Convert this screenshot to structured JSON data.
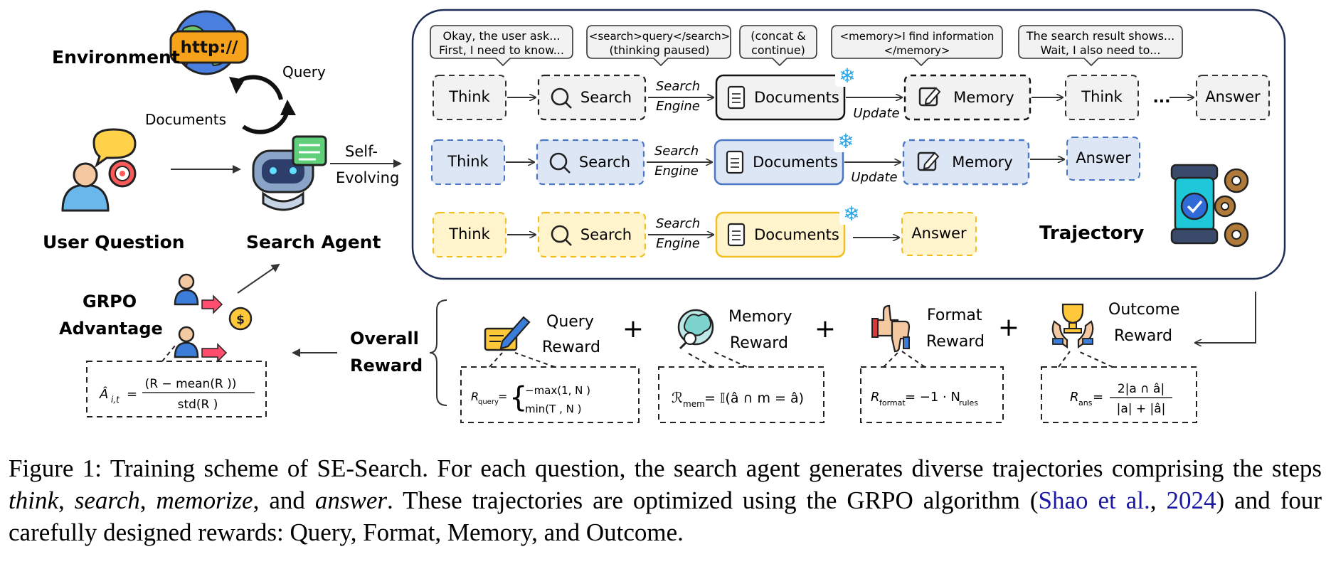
{
  "left": {
    "environment": "Environment",
    "http": "http://",
    "query": "Query",
    "documents": "Documents",
    "user_question": "User Question",
    "search_agent": "Search Agent",
    "self_evolving": [
      "Self-",
      "Evolving"
    ],
    "grpo": [
      "GRPO",
      "Advantage"
    ]
  },
  "bubbles": [
    [
      "Okay, the user ask...",
      "First, I need to know..."
    ],
    [
      "<search>query</search>",
      "(thinking paused)"
    ],
    [
      "(concat &",
      "continue)"
    ],
    [
      "<memory>I find information",
      "</memory>"
    ],
    [
      "The search result shows...",
      "Wait, I also need to..."
    ]
  ],
  "rows": {
    "think": "Think",
    "search": "Search",
    "search_engine": [
      "Search",
      "Engine"
    ],
    "documents": "Documents",
    "update": "Update",
    "memory": "Memory",
    "answer": "Answer",
    "ellipsis": "..."
  },
  "trajectory": "Trajectory",
  "overall_reward": [
    "Overall",
    "Reward"
  ],
  "rewards": [
    {
      "name": [
        "Query",
        "Reward"
      ]
    },
    {
      "name": [
        "Memory",
        "Reward"
      ]
    },
    {
      "name": [
        "Format",
        "Reward"
      ]
    },
    {
      "name": [
        "Outcome",
        "Reward"
      ]
    }
  ],
  "plus": "+",
  "formulas": {
    "advantage": "Â_{i,t} = (R_{i,t} − mean(R_t)) / std(R_t)",
    "query": "R_query = { −max(1, N_query) ; min(T_max, N_query) }",
    "memory": "R_mem = 𝕀(â ∩ m = â)",
    "format": "R_format = −1 · N_rules",
    "answer": "R_ans = 2|a ∩ â| / (|a| + |â|)"
  },
  "caption": {
    "p1": "Figure 1:  Training scheme of SE-Search.  For each question, the search agent generates diverse trajectories comprising the steps ",
    "think": "think",
    "sep1": ", ",
    "search": "search",
    "sep2": ", ",
    "memorize": "memorize",
    "sep3": ", and ",
    "answer": "answer",
    "p2": ".  These trajectories are optimized using the GRPO algorithm (",
    "cite_author": "Shao et al.",
    "cite_sep": ", ",
    "cite_year": "2024",
    "p3": ") and four carefully designed rewards: Query, Format, Memory, and Outcome."
  },
  "colors": {
    "gray_fill": "#f2f2f2",
    "blue_fill": "#dce6f5",
    "blue_stroke": "#4a78c4",
    "yellow_fill": "#fff4cc",
    "yellow_stroke": "#f0c020",
    "snow": "#2aa6e8",
    "cite": "#1a1aa6"
  }
}
